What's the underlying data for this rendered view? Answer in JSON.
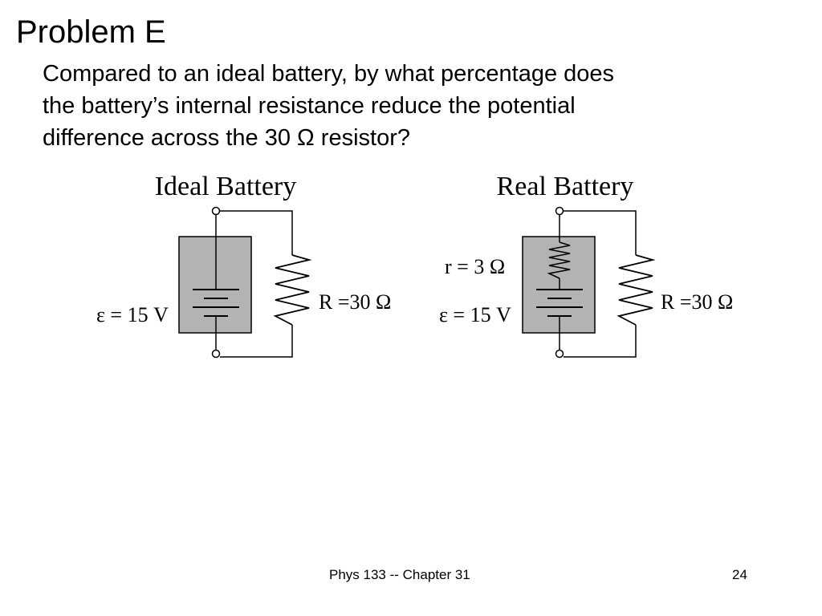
{
  "slide": {
    "title": "Problem E",
    "question_lines": [
      "Compared to an ideal battery, by what percentage does",
      "the battery’s internal resistance reduce the potential",
      "difference across the 30 Ω resistor?"
    ]
  },
  "figures": {
    "ideal": {
      "title": "Ideal Battery",
      "emf_label": "ε = 15 V",
      "resistor_label": "R =30 Ω"
    },
    "real": {
      "title": "Real Battery",
      "internal_resistance_label": "r = 3 Ω",
      "emf_label": "ε = 15 V",
      "resistor_label": "R =30 Ω"
    }
  },
  "footer": {
    "course": "Phys 133 -- Chapter 31",
    "page": "24"
  },
  "colors": {
    "battery_box_fill": "#b3b3b3",
    "line": "#000000",
    "background": "#ffffff"
  }
}
